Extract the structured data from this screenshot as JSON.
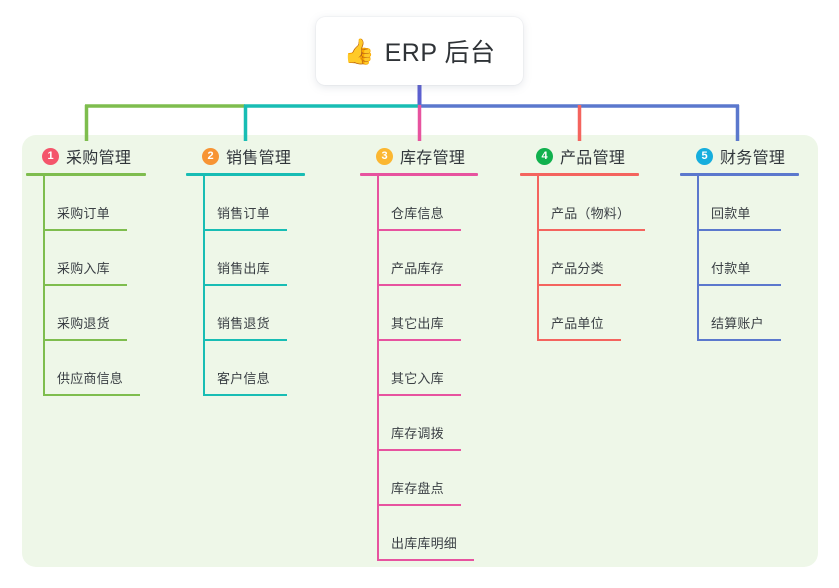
{
  "root": {
    "icon": "thumbs-up-icon",
    "icon_glyph": "👍",
    "title": "ERP 后台"
  },
  "colors": {
    "panel_background": "#eef7e8",
    "page_background": "#ffffff",
    "title_text": "#2f3337",
    "leaf_text": "#3a3f44",
    "root_stem": "#5b5fd0"
  },
  "columns": [
    {
      "number": "1",
      "title": "采购管理",
      "badge_color": "#f4556b",
      "line_color": "#7ebd4e",
      "items": [
        {
          "label": "采购订单"
        },
        {
          "label": "采购入库"
        },
        {
          "label": "采购退货"
        },
        {
          "label": "供应商信息"
        }
      ]
    },
    {
      "number": "2",
      "title": "销售管理",
      "badge_color": "#f79434",
      "line_color": "#18bdb4",
      "items": [
        {
          "label": "销售订单"
        },
        {
          "label": "销售出库"
        },
        {
          "label": "销售退货"
        },
        {
          "label": "客户信息"
        }
      ]
    },
    {
      "number": "3",
      "title": "库存管理",
      "badge_color": "#fbb731",
      "line_color": "#e7539f",
      "items": [
        {
          "label": "仓库信息"
        },
        {
          "label": "产品库存"
        },
        {
          "label": "其它出库"
        },
        {
          "label": "其它入库"
        },
        {
          "label": "库存调拨"
        },
        {
          "label": "库存盘点"
        },
        {
          "label": "出库库明细"
        }
      ]
    },
    {
      "number": "4",
      "title": "产品管理",
      "badge_color": "#11b14e",
      "line_color": "#f4645e",
      "items": [
        {
          "label": "产品（物料）"
        },
        {
          "label": "产品分类"
        },
        {
          "label": "产品单位"
        }
      ]
    },
    {
      "number": "5",
      "title": "财务管理",
      "badge_color": "#16aedd",
      "line_color": "#5b78cd",
      "items": [
        {
          "label": "回款单"
        },
        {
          "label": "付款单"
        },
        {
          "label": "结算账户"
        }
      ]
    }
  ]
}
